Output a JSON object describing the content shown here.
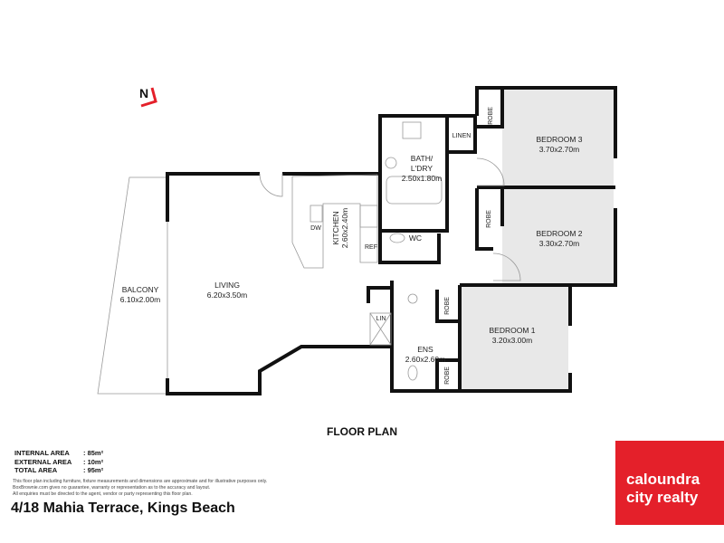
{
  "compass": "N",
  "rooms": {
    "balcony": {
      "name": "BALCONY",
      "size": "6.10x2.00m"
    },
    "living": {
      "name": "LIVING",
      "size": "6.20x3.50m"
    },
    "kitchen": {
      "name": "KITCHEN",
      "size": "2.60x2.40m"
    },
    "bath": {
      "name1": "BATH/",
      "name2": "L'DRY",
      "size": "2.50x1.80m"
    },
    "linen": "LINEN",
    "wc": "WC",
    "ref": "REF",
    "dw": "DW",
    "lin": "LIN",
    "ens": {
      "name": "ENS",
      "size": "2.60x2.60m"
    },
    "bedroom3": {
      "name": "BEDROOM 3",
      "size": "3.70x2.70m"
    },
    "bedroom2": {
      "name": "BEDROOM 2",
      "size": "3.30x2.70m"
    },
    "bedroom1": {
      "name": "BEDROOM 1",
      "size": "3.20x3.00m"
    },
    "robe": "ROBE"
  },
  "title": "FLOOR PLAN",
  "areas": [
    {
      "label": "INTERNAL AREA",
      "value": ": 85m²"
    },
    {
      "label": "EXTERNAL AREA",
      "value": ": 10m²"
    },
    {
      "label": "TOTAL AREA",
      "value": ": 95m²"
    }
  ],
  "disclaimer": [
    "This floor plan including furniture, fixture measurements and dimensions are approximate and for illustrative purposes only.",
    "BoxBrownie.com gives no guarantee, warranty or representation as to the accuracy and layout.",
    "All enquiries must be directed to the agent, vendor or party representing this floor plan."
  ],
  "address": "4/18 Mahia Terrace, Kings Beach",
  "logo": {
    "line1": "caloundra",
    "line2": "city realty",
    "color": "#e4202a"
  }
}
